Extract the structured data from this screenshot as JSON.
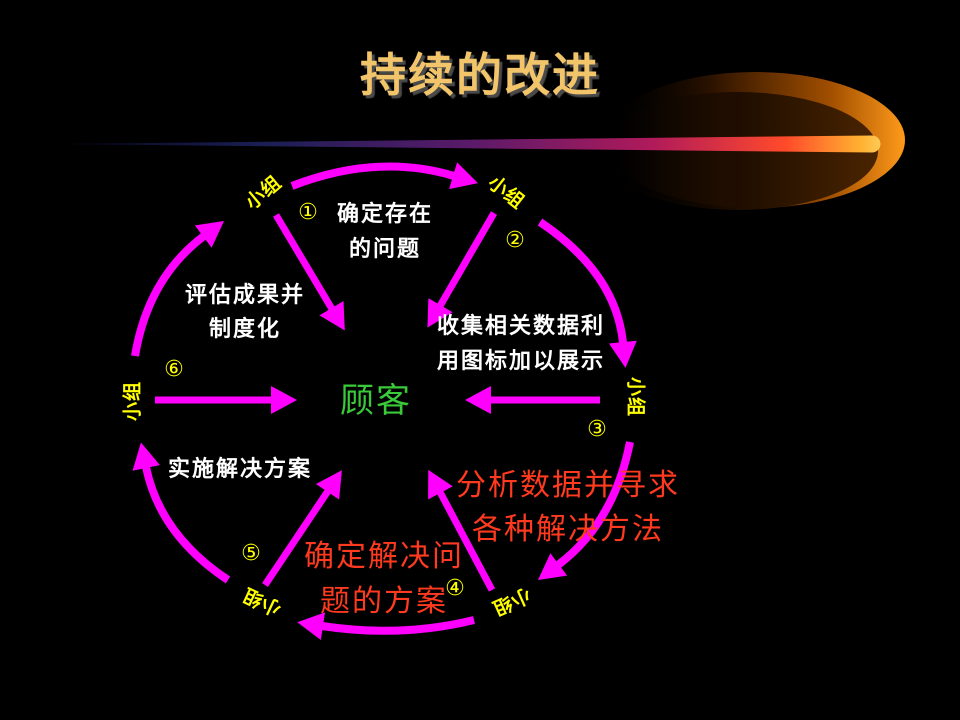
{
  "title": "持续的改进",
  "center_label": "顾客",
  "nodes": [
    {
      "label": "小组",
      "number": "①"
    },
    {
      "label": "小组",
      "number": "②"
    },
    {
      "label": "小组",
      "number": "③"
    },
    {
      "label": "小组",
      "number": "④"
    },
    {
      "label": "小组",
      "number": "⑤"
    },
    {
      "label": "小组",
      "number": "⑥"
    }
  ],
  "steps": [
    {
      "lines": [
        "确定存在",
        "的问题"
      ]
    },
    {
      "lines": [
        "收集相关数据利",
        "用图标加以展示"
      ]
    },
    {
      "lines": [
        "分析数据并寻求",
        "各种解决方法"
      ]
    },
    {
      "lines": [
        "确定解决问",
        "题的方案"
      ]
    },
    {
      "lines": [
        "实施解决方案"
      ]
    },
    {
      "lines": [
        "评估成果并",
        "制度化"
      ]
    }
  ],
  "colors": {
    "background": "#000000",
    "title": "#f2c56b",
    "arrow": "#ff00ff",
    "node_label": "#ffff00",
    "number": "#ffff00",
    "step_text": "#ffffff",
    "step_highlight": "#ff3a1f",
    "center_label": "#39c939"
  }
}
